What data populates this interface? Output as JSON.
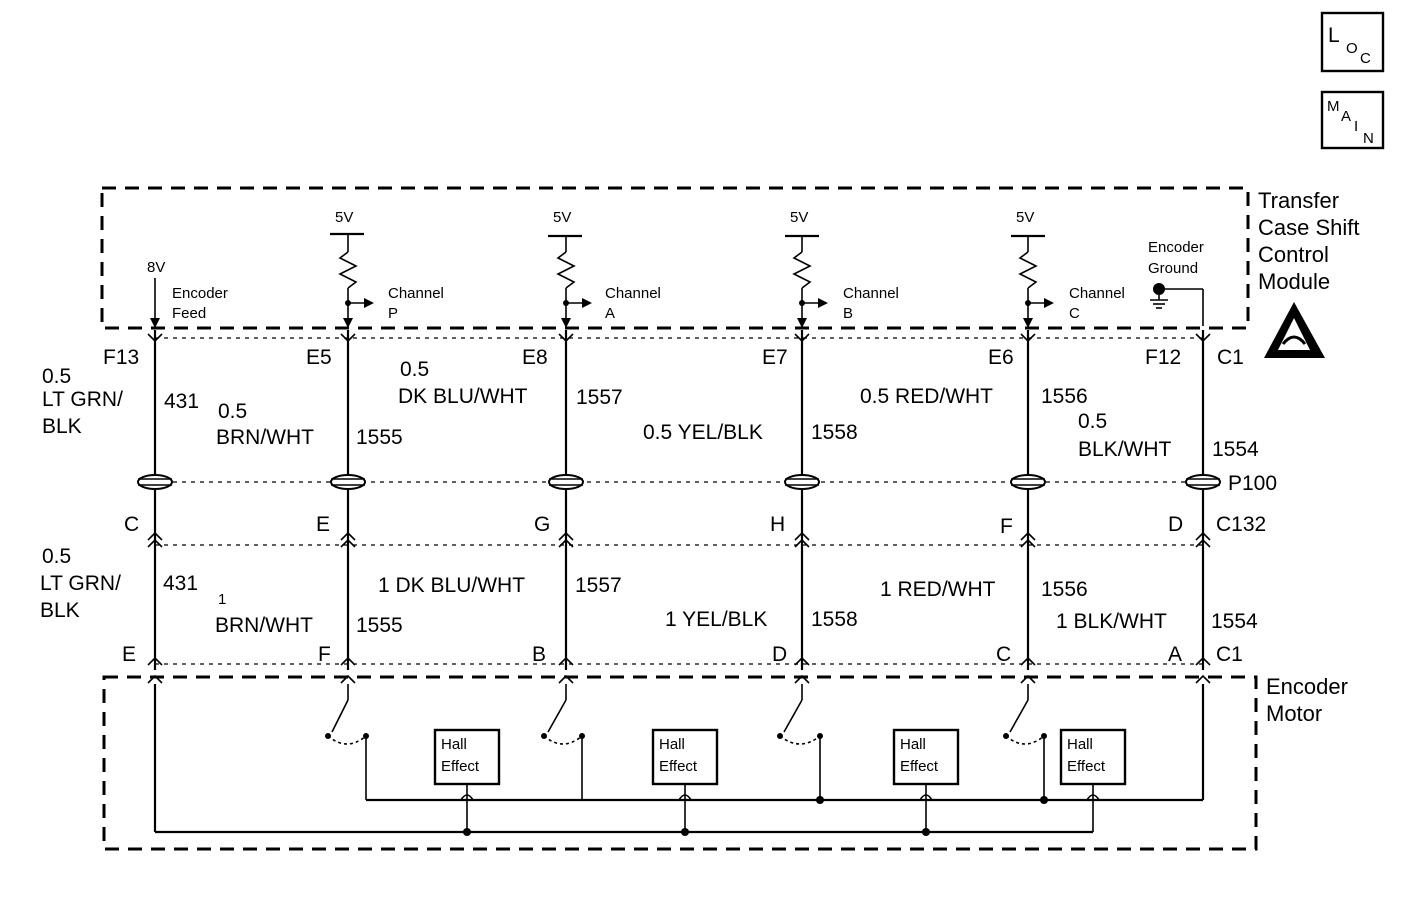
{
  "icons": {
    "loc": [
      "L",
      "O",
      "C"
    ],
    "main": [
      "M",
      "A",
      "I",
      "N"
    ]
  },
  "modules": {
    "tcscm": [
      "Transfer",
      "Case Shift",
      "Control",
      "Module"
    ],
    "encoder_motor": [
      "Encoder",
      "Motor"
    ]
  },
  "sources": {
    "v8": "8V",
    "v5": "5V",
    "encoder_feed": [
      "Encoder",
      "Feed"
    ],
    "encoder_ground": [
      "Encoder",
      "Ground"
    ],
    "channels": [
      {
        "l1": "Channel",
        "l2": "P"
      },
      {
        "l1": "Channel",
        "l2": "A"
      },
      {
        "l1": "Channel",
        "l2": "B"
      },
      {
        "l1": "Channel",
        "l2": "C"
      }
    ]
  },
  "connectors": {
    "top_pins": [
      "F13",
      "E5",
      "E8",
      "E7",
      "E6",
      "F12"
    ],
    "top_name": "C1",
    "splice": "P100",
    "mid_pins": [
      "C",
      "E",
      "G",
      "H",
      "F",
      "D"
    ],
    "mid_name": "C132",
    "bot_pins": [
      "E",
      "F",
      "B",
      "D",
      "C",
      "A"
    ],
    "bot_name": "C1"
  },
  "upper_wires": {
    "w1": [
      "0.5",
      "LT GRN/",
      "BLK"
    ],
    "c1": "431",
    "w2": [
      "0.5",
      "BRN/WHT"
    ],
    "c2": "1555",
    "w3": [
      "0.5",
      "DK BLU/WHT"
    ],
    "c3": "1557",
    "w4": "0.5 YEL/BLK",
    "c4": "1558",
    "w5": "0.5 RED/WHT",
    "c5": "1556",
    "w6": [
      "0.5",
      "BLK/WHT"
    ],
    "c6": "1554"
  },
  "lower_wires": {
    "w1": [
      "0.5",
      "LT GRN/",
      "BLK"
    ],
    "c1": "431",
    "w2": [
      "1",
      "BRN/WHT"
    ],
    "c2": "1555",
    "w3": "1 DK BLU/WHT",
    "c3": "1557",
    "w4": "1 YEL/BLK",
    "c4": "1558",
    "w5": "1 RED/WHT",
    "c5": "1556",
    "w6": "1 BLK/WHT",
    "c6": "1554"
  },
  "hall_effect": [
    "Hall",
    "Effect"
  ]
}
